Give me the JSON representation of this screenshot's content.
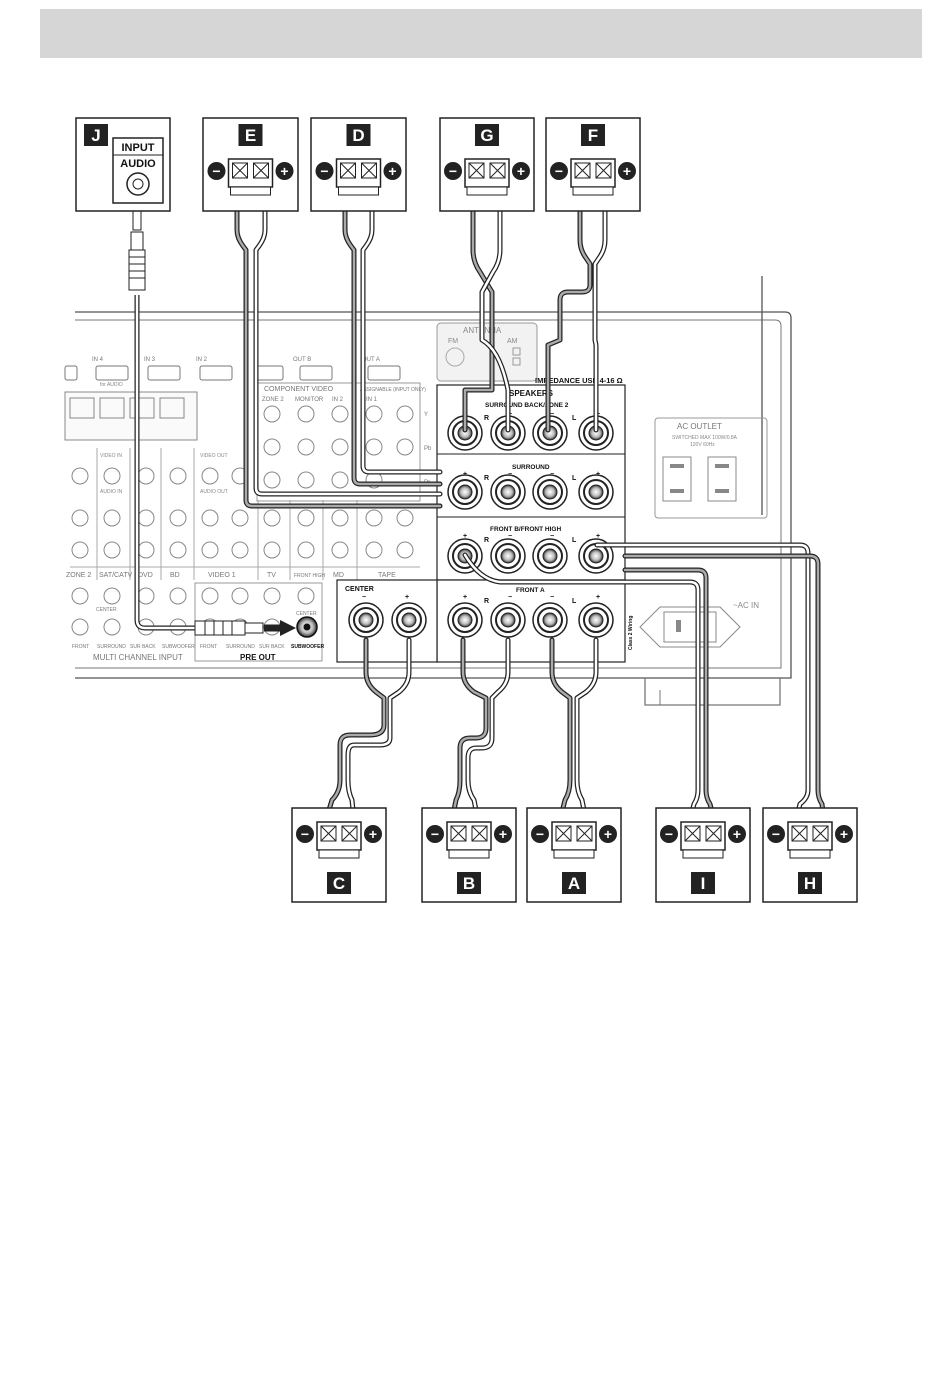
{
  "speakers": {
    "top": [
      {
        "id": "J",
        "letter": "J",
        "kind": "subwoofer"
      },
      {
        "id": "E",
        "letter": "E",
        "kind": "speaker"
      },
      {
        "id": "D",
        "letter": "D",
        "kind": "speaker"
      },
      {
        "id": "G",
        "letter": "G",
        "kind": "speaker"
      },
      {
        "id": "F",
        "letter": "F",
        "kind": "speaker"
      }
    ],
    "bottom": [
      {
        "id": "C",
        "letter": "C"
      },
      {
        "id": "B",
        "letter": "B"
      },
      {
        "id": "A",
        "letter": "A"
      },
      {
        "id": "I",
        "letter": "I"
      },
      {
        "id": "H",
        "letter": "H"
      }
    ],
    "minus_symbol": "−",
    "plus_symbol": "+"
  },
  "subwoofer_box": {
    "input": "INPUT",
    "audio": "AUDIO"
  },
  "receiver": {
    "antenna_am": "AM",
    "antenna_fm": "FM",
    "antenna_title": "ANTENNA",
    "hdmi_inputs": [
      "IN 4",
      "IN 3",
      "IN 2",
      "OUT B",
      "OUT A"
    ],
    "hdmi_sub": "for AUDIO",
    "component_video": "COMPONENT VIDEO",
    "comp_cols": [
      "ZONE 2",
      "MONITOR",
      "IN 2",
      "IN 1"
    ],
    "assignable": "ASSIGNABLE (INPUT ONLY)",
    "comp_rows": [
      "Y",
      "Pb",
      "Pr"
    ],
    "speakers_title": "SPEAKERS",
    "impedance": "IMPEDANCE USE 4-16 Ω",
    "surround_back": "SURROUND BACK/ZONE 2",
    "surround": "SURROUND",
    "front_b": "FRONT B/FRONT HIGH",
    "front_a": "FRONT A",
    "center": "CENTER",
    "class2": "Class 2 Wiring",
    "r": "R",
    "l": "L",
    "plus": "+",
    "minus": "−",
    "input_groups": [
      "ZONE 2",
      "SAT/CATV",
      "DVD",
      "BD",
      "VIDEO 1",
      "TV",
      "MD",
      "TAPE"
    ],
    "front_high": "FRONT HIGH",
    "mci_labels": [
      "FRONT",
      "SURROUND",
      "SUR BACK",
      "SUBWOOFER"
    ],
    "multi_channel_input": "MULTI CHANNEL INPUT",
    "pre_out_labels": [
      "FRONT",
      "SURROUND",
      "SUR BACK",
      "SUBWOOFER"
    ],
    "pre_out": "PRE OUT",
    "center_jack": "CENTER",
    "ac_outlet": "AC OUTLET",
    "ac_outlet_spec1": "SWITCHED MAX 100W/0.8A",
    "ac_outlet_spec2": "120V 60Hz",
    "ac_in": "~AC IN",
    "video_in": "VIDEO IN",
    "audio_in": "AUDIO IN",
    "video_out": "VIDEO OUT",
    "audio_out": "AUDIO OUT"
  }
}
